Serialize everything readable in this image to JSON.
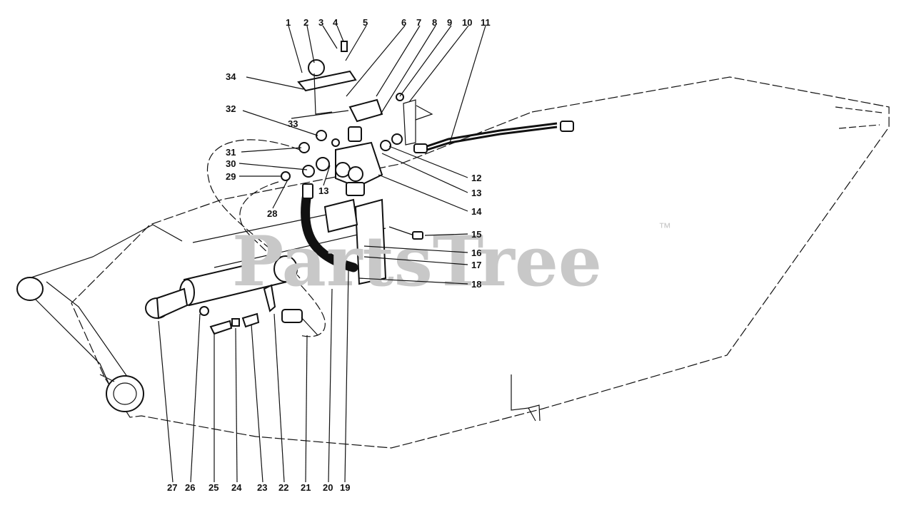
{
  "watermark": {
    "text": "PartsTree",
    "trademark": "™"
  },
  "callouts": [
    "1",
    "2",
    "3",
    "4",
    "5",
    "6",
    "7",
    "8",
    "9",
    "10",
    "11",
    "12",
    "13",
    "13",
    "14",
    "15",
    "16",
    "17",
    "18",
    "19",
    "20",
    "21",
    "22",
    "23",
    "24",
    "25",
    "26",
    "27",
    "28",
    "29",
    "30",
    "31",
    "32",
    "33",
    "34"
  ]
}
